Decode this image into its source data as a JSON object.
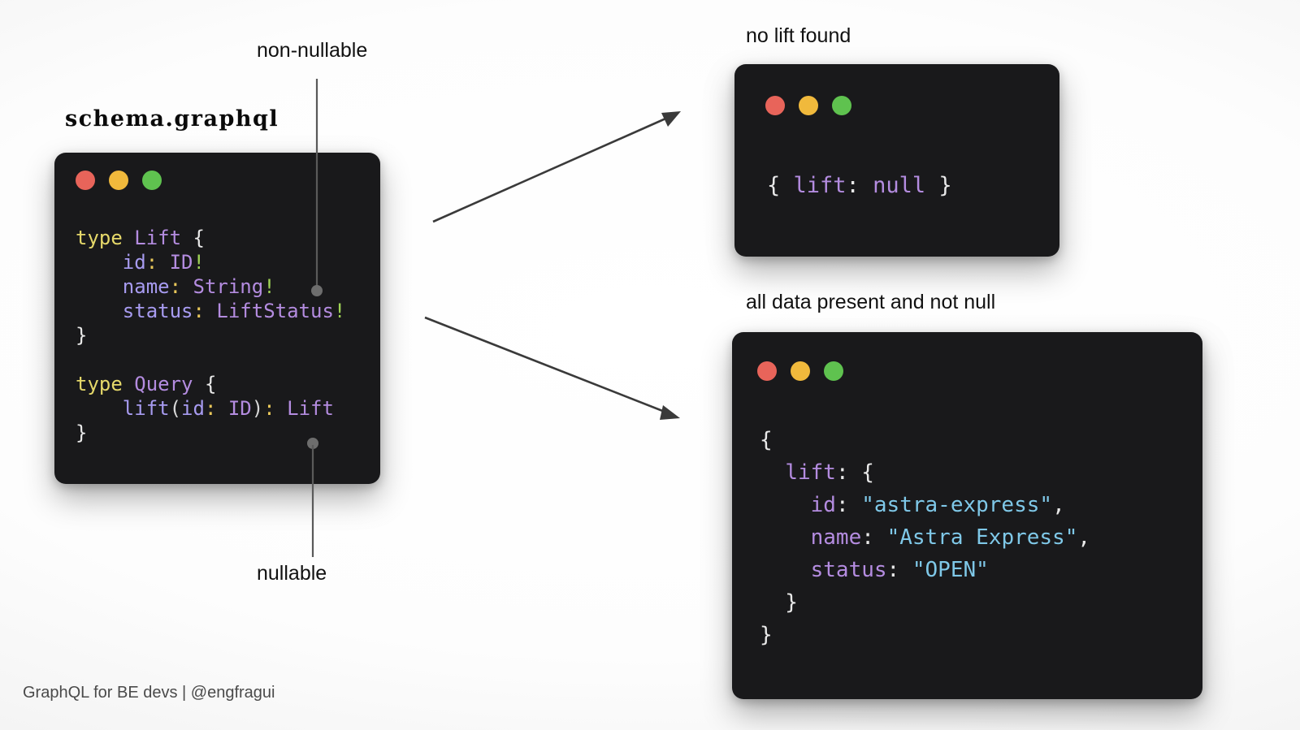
{
  "background": {
    "base_color": "#ffffff",
    "edge_color": "#dcdcdc"
  },
  "schema_panel": {
    "title": "schema.graphql",
    "window_dots": [
      "red",
      "yellow",
      "green"
    ],
    "code_lines": [
      {
        "tokens": [
          {
            "t": "type",
            "c": "kw"
          },
          {
            "t": " ",
            "c": "pun"
          },
          {
            "t": "Lift",
            "c": "tname"
          },
          {
            "t": " ",
            "c": "pun"
          },
          {
            "t": "{",
            "c": "pun"
          }
        ]
      },
      {
        "tokens": [
          {
            "t": "    ",
            "c": "pun"
          },
          {
            "t": "id",
            "c": "fld"
          },
          {
            "t": ":",
            "c": "col"
          },
          {
            "t": " ",
            "c": "pun"
          },
          {
            "t": "ID",
            "c": "tname"
          },
          {
            "t": "!",
            "c": "bang"
          }
        ]
      },
      {
        "tokens": [
          {
            "t": "    ",
            "c": "pun"
          },
          {
            "t": "name",
            "c": "fld"
          },
          {
            "t": ":",
            "c": "col"
          },
          {
            "t": " ",
            "c": "pun"
          },
          {
            "t": "String",
            "c": "tname"
          },
          {
            "t": "!",
            "c": "bang"
          }
        ]
      },
      {
        "tokens": [
          {
            "t": "    ",
            "c": "pun"
          },
          {
            "t": "status",
            "c": "fld"
          },
          {
            "t": ":",
            "c": "col"
          },
          {
            "t": " ",
            "c": "pun"
          },
          {
            "t": "LiftStatus",
            "c": "tname"
          },
          {
            "t": "!",
            "c": "bang"
          }
        ]
      },
      {
        "tokens": [
          {
            "t": "}",
            "c": "pun"
          }
        ]
      },
      {
        "tokens": [
          {
            "t": " ",
            "c": "pun"
          }
        ]
      },
      {
        "tokens": [
          {
            "t": "type",
            "c": "kw"
          },
          {
            "t": " ",
            "c": "pun"
          },
          {
            "t": "Query",
            "c": "tname"
          },
          {
            "t": " ",
            "c": "pun"
          },
          {
            "t": "{",
            "c": "pun"
          }
        ]
      },
      {
        "tokens": [
          {
            "t": "    ",
            "c": "pun"
          },
          {
            "t": "lift",
            "c": "fld"
          },
          {
            "t": "(",
            "c": "paren"
          },
          {
            "t": "id",
            "c": "fld"
          },
          {
            "t": ":",
            "c": "col"
          },
          {
            "t": " ",
            "c": "pun"
          },
          {
            "t": "ID",
            "c": "tname"
          },
          {
            "t": ")",
            "c": "paren"
          },
          {
            "t": ":",
            "c": "col"
          },
          {
            "t": " ",
            "c": "pun"
          },
          {
            "t": "Lift",
            "c": "tname"
          }
        ]
      },
      {
        "tokens": [
          {
            "t": "}",
            "c": "pun"
          }
        ]
      }
    ]
  },
  "annotations": {
    "non_nullable_label": "non-nullable",
    "nullable_label": "nullable"
  },
  "result_null_panel": {
    "caption": "no lift found",
    "window_dots": [
      "red",
      "yellow",
      "green"
    ],
    "code_lines": [
      {
        "tokens": [
          {
            "t": "{ ",
            "c": "pun"
          },
          {
            "t": "lift",
            "c": "key"
          },
          {
            "t": ":",
            "c": "pun"
          },
          {
            "t": " ",
            "c": "pun"
          },
          {
            "t": "null",
            "c": "nul"
          },
          {
            "t": " }",
            "c": "pun"
          }
        ]
      }
    ]
  },
  "result_full_panel": {
    "caption": "all data present and not null",
    "window_dots": [
      "red",
      "yellow",
      "green"
    ],
    "code_lines": [
      {
        "tokens": [
          {
            "t": "{",
            "c": "pun"
          }
        ]
      },
      {
        "tokens": [
          {
            "t": "  ",
            "c": "pun"
          },
          {
            "t": "lift",
            "c": "key"
          },
          {
            "t": ":",
            "c": "pun"
          },
          {
            "t": " {",
            "c": "pun"
          }
        ]
      },
      {
        "tokens": [
          {
            "t": "    ",
            "c": "pun"
          },
          {
            "t": "id",
            "c": "key"
          },
          {
            "t": ":",
            "c": "pun"
          },
          {
            "t": " ",
            "c": "pun"
          },
          {
            "t": "\"astra-express\"",
            "c": "str"
          },
          {
            "t": ",",
            "c": "pun"
          }
        ]
      },
      {
        "tokens": [
          {
            "t": "    ",
            "c": "pun"
          },
          {
            "t": "name",
            "c": "key"
          },
          {
            "t": ":",
            "c": "pun"
          },
          {
            "t": " ",
            "c": "pun"
          },
          {
            "t": "\"Astra Express\"",
            "c": "str"
          },
          {
            "t": ",",
            "c": "pun"
          }
        ]
      },
      {
        "tokens": [
          {
            "t": "    ",
            "c": "pun"
          },
          {
            "t": "status",
            "c": "key"
          },
          {
            "t": ":",
            "c": "pun"
          },
          {
            "t": " ",
            "c": "pun"
          },
          {
            "t": "\"OPEN\"",
            "c": "str"
          }
        ]
      },
      {
        "tokens": [
          {
            "t": "  }",
            "c": "pun"
          }
        ]
      },
      {
        "tokens": [
          {
            "t": "}",
            "c": "pun"
          }
        ]
      }
    ]
  },
  "footer": {
    "credit": "GraphQL for BE devs | @engfragui"
  },
  "colors": {
    "card_bg": "#19191b",
    "dot_red": "#e8645a",
    "dot_yellow": "#f0b93c",
    "dot_green": "#5fc24f",
    "keyword": "#e6d96a",
    "type_name": "#b48ce0",
    "field_name": "#a79bf0",
    "bang": "#9fd356",
    "string": "#7fc8e8",
    "connector": "#5a5a5a",
    "arrow": "#3a3a3a"
  }
}
